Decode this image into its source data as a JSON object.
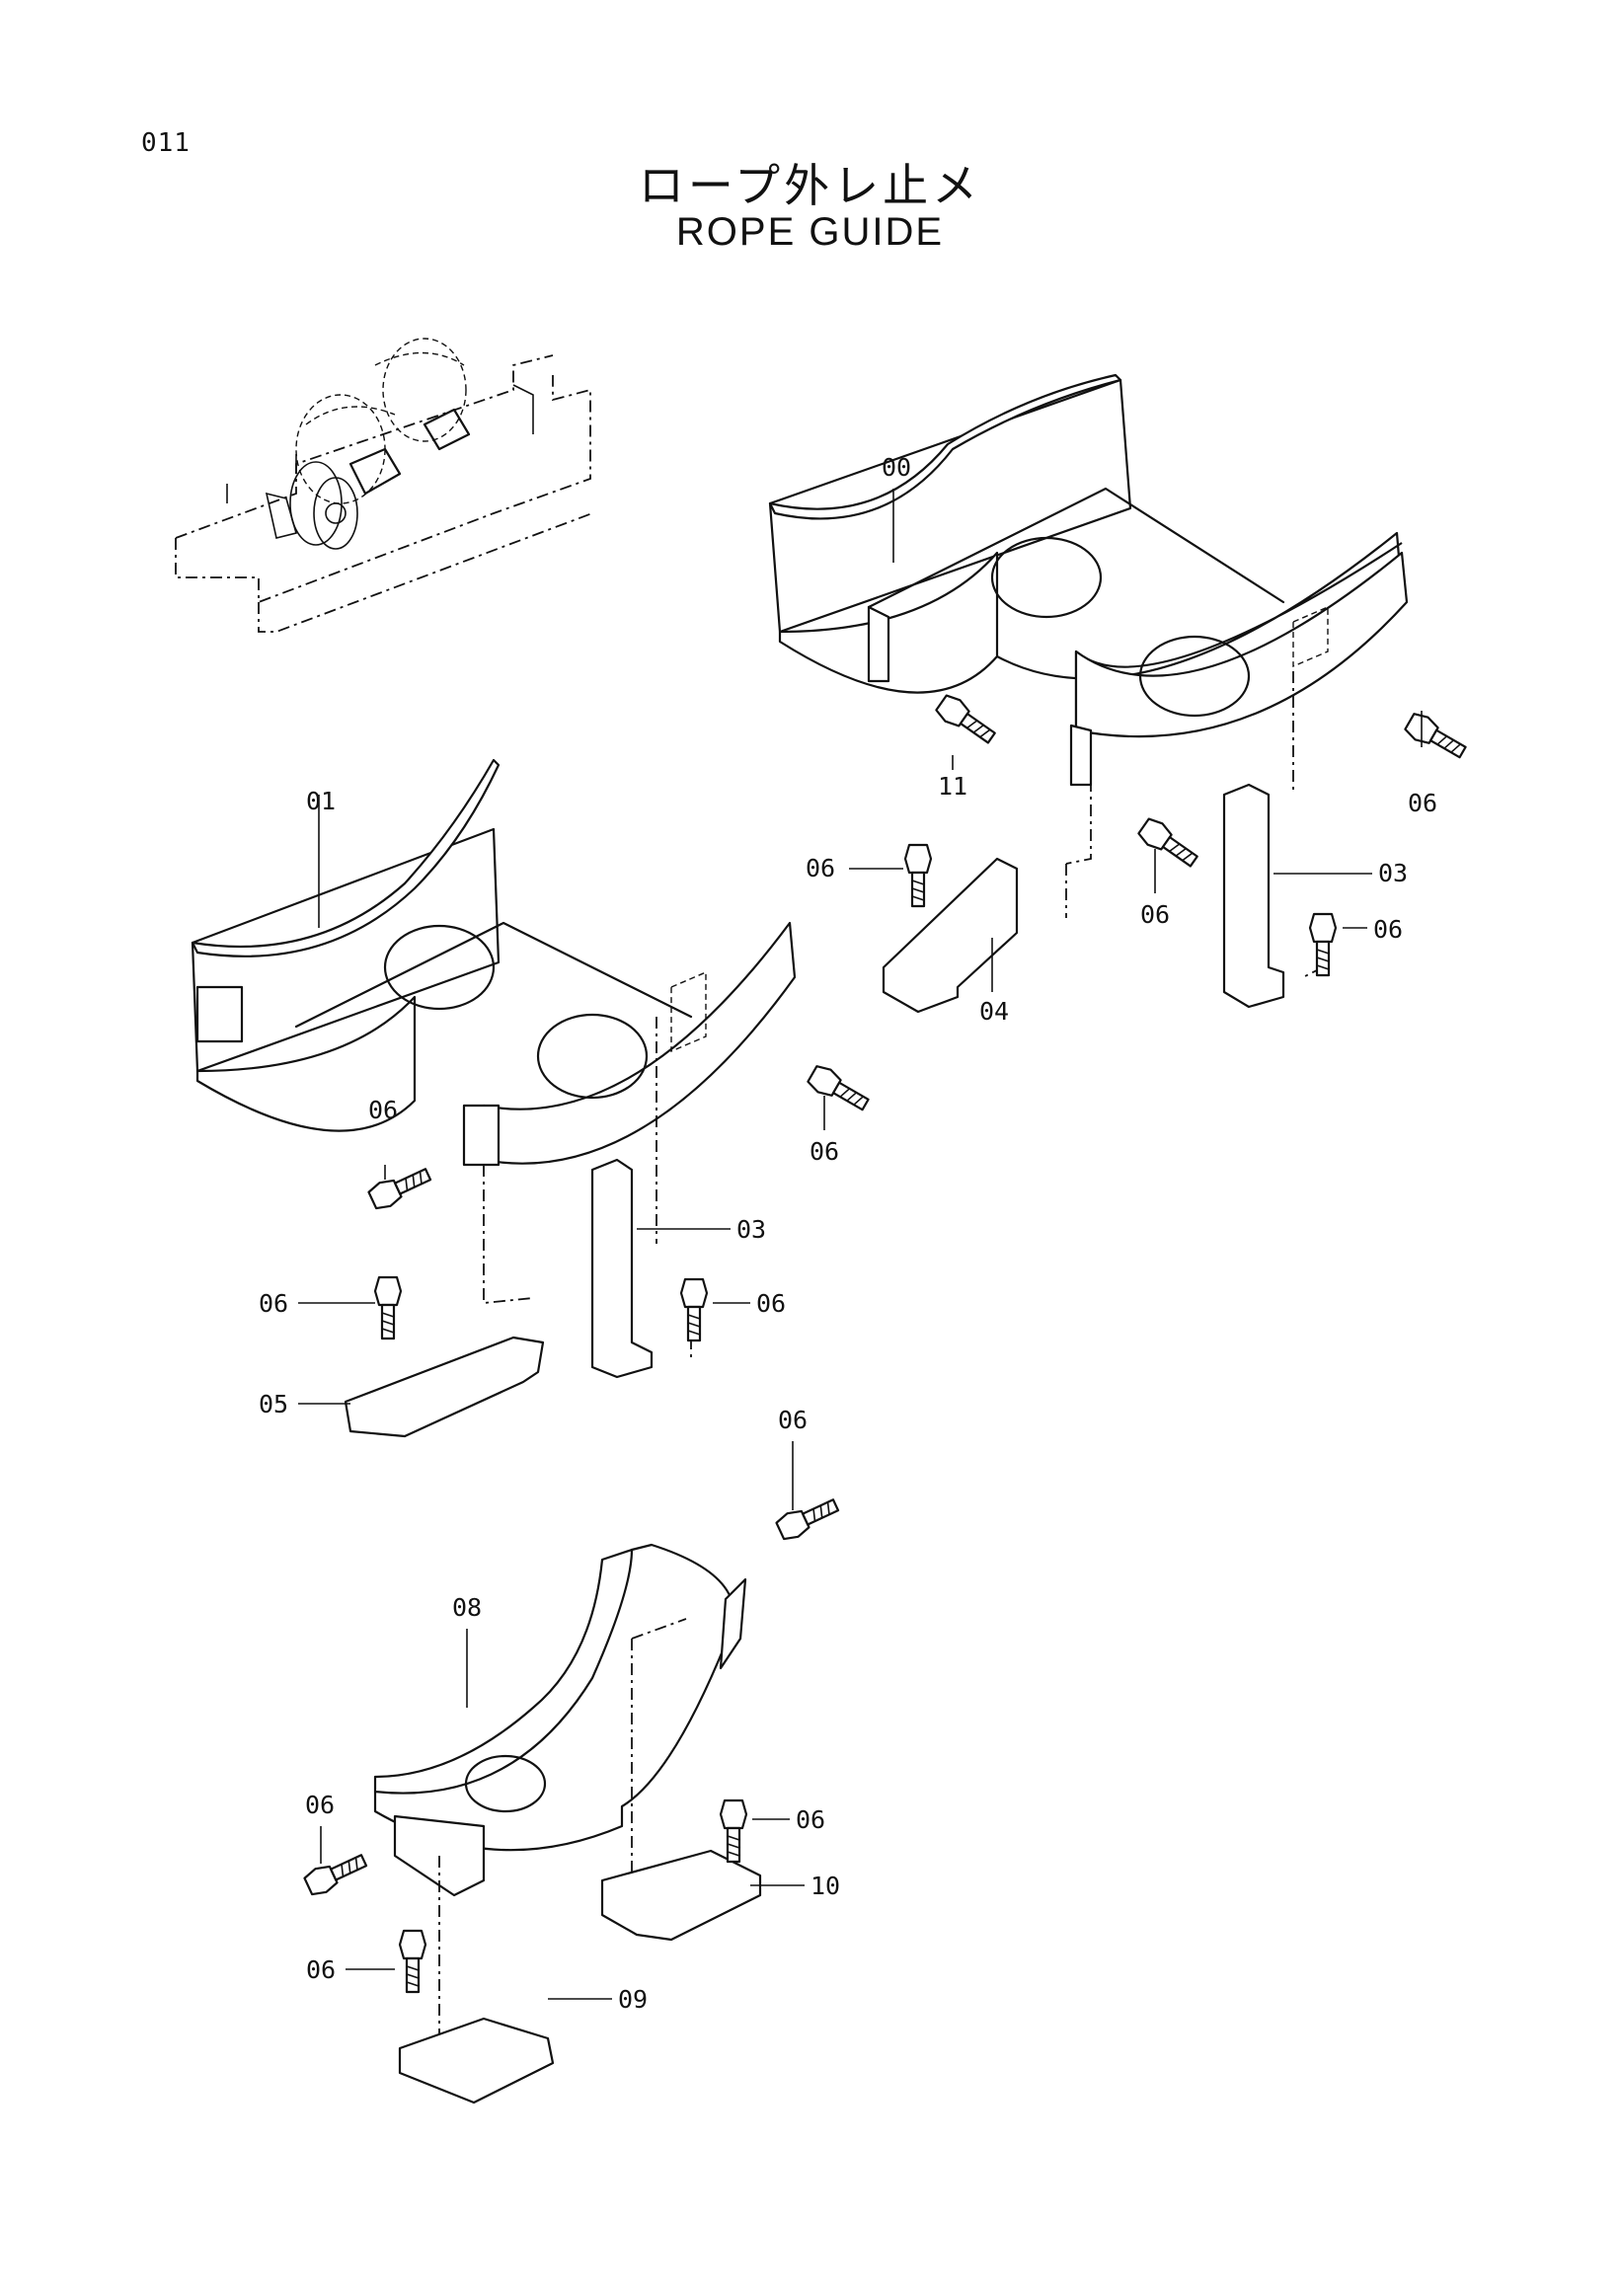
{
  "header": {
    "page_number": "011",
    "title_jp": "ロープ外レ止メ",
    "title_en": "ROPE GUIDE"
  },
  "labels": {
    "guide_upper": "00",
    "guide_middle": "01",
    "bracket_03": "03",
    "bracket_04": "04",
    "bracket_05": "05",
    "bolt": "06",
    "guide_lower": "08",
    "bracket_09": "09",
    "bracket_10": "10",
    "bolt_11": "11"
  }
}
